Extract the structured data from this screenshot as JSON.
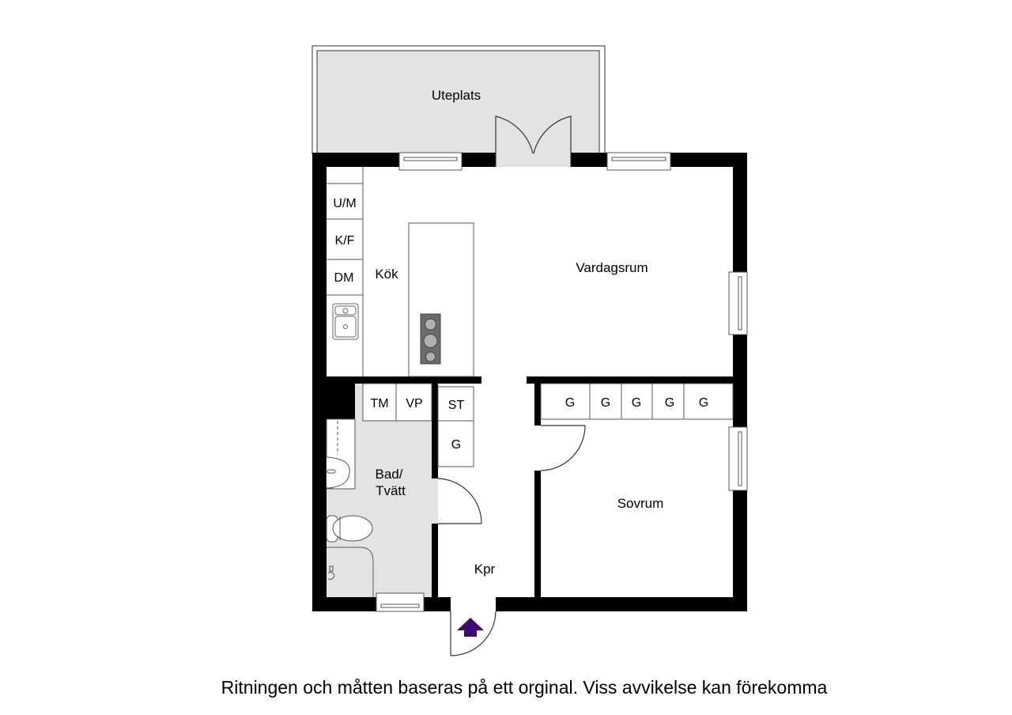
{
  "plan": {
    "colors": {
      "wall": "#000000",
      "wet_floor": "#e3e3e3",
      "patio_floor": "#e3e3e3",
      "line": "#555555",
      "hob": "#6b6b6b",
      "burner": "#b0b0b0",
      "entrance_arrow": "#3f0a6e"
    },
    "rooms": {
      "patio": "Uteplats",
      "kitchen": "Kök",
      "living": "Vardagsrum",
      "bath_line1": "Bad/",
      "bath_line2": "Tvätt",
      "hall": "Kpr",
      "bedroom": "Sovrum"
    },
    "kitchen_units": [
      "U/M",
      "K/F",
      "DM"
    ],
    "laundry_units": [
      "TM",
      "VP"
    ],
    "hall_units": [
      "ST",
      "G"
    ],
    "wardrobes": [
      "G",
      "G",
      "G",
      "G",
      "G"
    ]
  },
  "disclaimer": "Ritningen och måtten baseras på ett orginal. Viss avvikelse kan förekomma"
}
